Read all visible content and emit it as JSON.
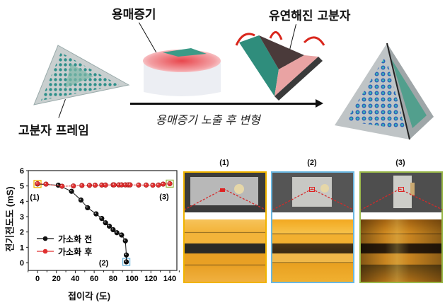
{
  "top": {
    "label_vapor": "용매증기",
    "label_softened": "유연해진 고분자",
    "label_frame": "고분자 프레임",
    "arrow_caption": "용매증기 노출 후 변형"
  },
  "panels": [
    {
      "title": "(1)",
      "border_color": "#f0b400"
    },
    {
      "title": "(2)",
      "border_color": "#6ab7e0"
    },
    {
      "title": "(3)",
      "border_color": "#9ab84a"
    }
  ],
  "chart_data": {
    "type": "line",
    "title": "",
    "xlabel": "접이각 (도)",
    "ylabel": "전기전도도 (mS)",
    "xlim": [
      -10,
      150
    ],
    "ylim": [
      -0.3,
      6
    ],
    "xticks": [
      0,
      20,
      40,
      60,
      80,
      100,
      120,
      140
    ],
    "yticks": [
      0,
      1,
      2,
      3,
      4,
      5,
      6
    ],
    "grid": false,
    "legend_position": "lower left",
    "series": [
      {
        "name": "가소화 전",
        "color": "#111111",
        "x": [
          0,
          22,
          36,
          46,
          53,
          62,
          68,
          72,
          76,
          80,
          84,
          89,
          93,
          94,
          94
        ],
        "y": [
          5.13,
          5.05,
          4.65,
          4.08,
          3.58,
          3.18,
          2.88,
          2.6,
          2.38,
          2.15,
          1.95,
          1.8,
          1.42,
          0.5,
          0.05
        ]
      },
      {
        "name": "가소화 후",
        "color": "#e03030",
        "x": [
          0,
          9,
          26,
          38,
          47,
          55,
          61,
          68,
          72,
          80,
          81,
          86,
          89,
          93,
          96,
          98,
          107,
          115,
          122,
          128,
          133,
          140
        ],
        "y": [
          5.15,
          5.12,
          4.98,
          5.0,
          5.03,
          5.04,
          5.05,
          5.06,
          5.06,
          5.07,
          5.07,
          5.07,
          5.07,
          5.07,
          5.07,
          5.07,
          5.06,
          5.06,
          5.05,
          5.06,
          5.12,
          5.15
        ]
      }
    ],
    "annotations": [
      {
        "text": "(1)",
        "x": 0,
        "y": 5.13,
        "box_color": "#f0b400"
      },
      {
        "text": "(2)",
        "x": 94,
        "y": 0.05,
        "box_color": "#6ab7e0"
      },
      {
        "text": "(3)",
        "x": 140,
        "y": 5.15,
        "box_color": "#9ab84a"
      }
    ]
  }
}
